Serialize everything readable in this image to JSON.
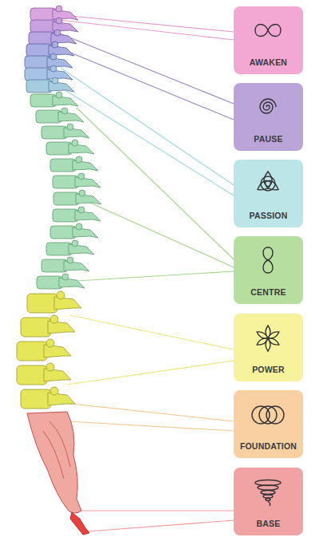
{
  "diagram": {
    "nodes": [
      {
        "text": [
          "AWAKEN"
        ]
      },
      {
        "text": [
          "PAUSE"
        ]
      },
      {
        "text": [
          "PASSION"
        ]
      },
      {
        "text": [
          "CENTRE"
        ]
      },
      {
        "text": [
          "POWER"
        ]
      },
      {
        "text": [
          "FOUNDATION"
        ]
      },
      {
        "text": [
          "BASE"
        ]
      }
    ]
  }
}
